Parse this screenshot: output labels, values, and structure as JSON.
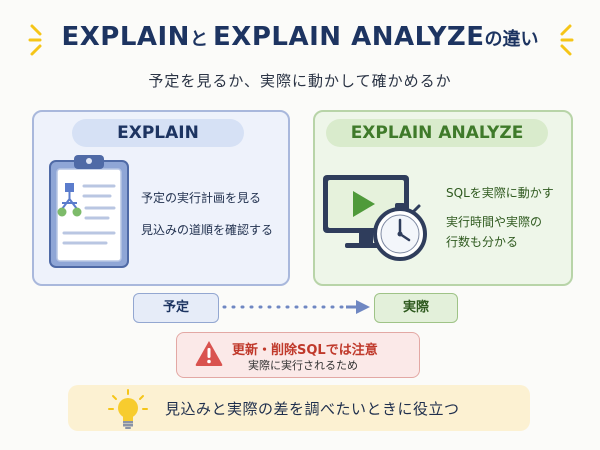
{
  "title": {
    "part1": "EXPLAIN",
    "conj": "と",
    "part2": "EXPLAIN ANALYZE",
    "suffix": "の違い"
  },
  "subtitle": "予定を見るか、実際に動かして確かめるか",
  "left_panel": {
    "heading": "EXPLAIN",
    "line1": "予定の実行計画を見る",
    "line2": "見込みの道順を確認する",
    "icon": "clipboard-plan-icon"
  },
  "right_panel": {
    "heading": "EXPLAIN ANALYZE",
    "line1": "SQLを実際に動かす",
    "line2": "実行時間や実際の",
    "line3": "行数も分かる",
    "icon": "monitor-stopwatch-icon"
  },
  "flow": {
    "from": "予定",
    "to": "実際"
  },
  "warning": {
    "title": "更新・削除SQLでは注意",
    "sub": "実際に実行されるため",
    "icon": "warning-icon"
  },
  "tip": {
    "text": "見込みと実際の差を調べたいときに役立つ",
    "icon": "lightbulb-icon"
  },
  "colors": {
    "navy": "#1d3461",
    "green": "#3f7a2a",
    "red": "#c0392b",
    "accent_yellow": "#f5c518"
  }
}
